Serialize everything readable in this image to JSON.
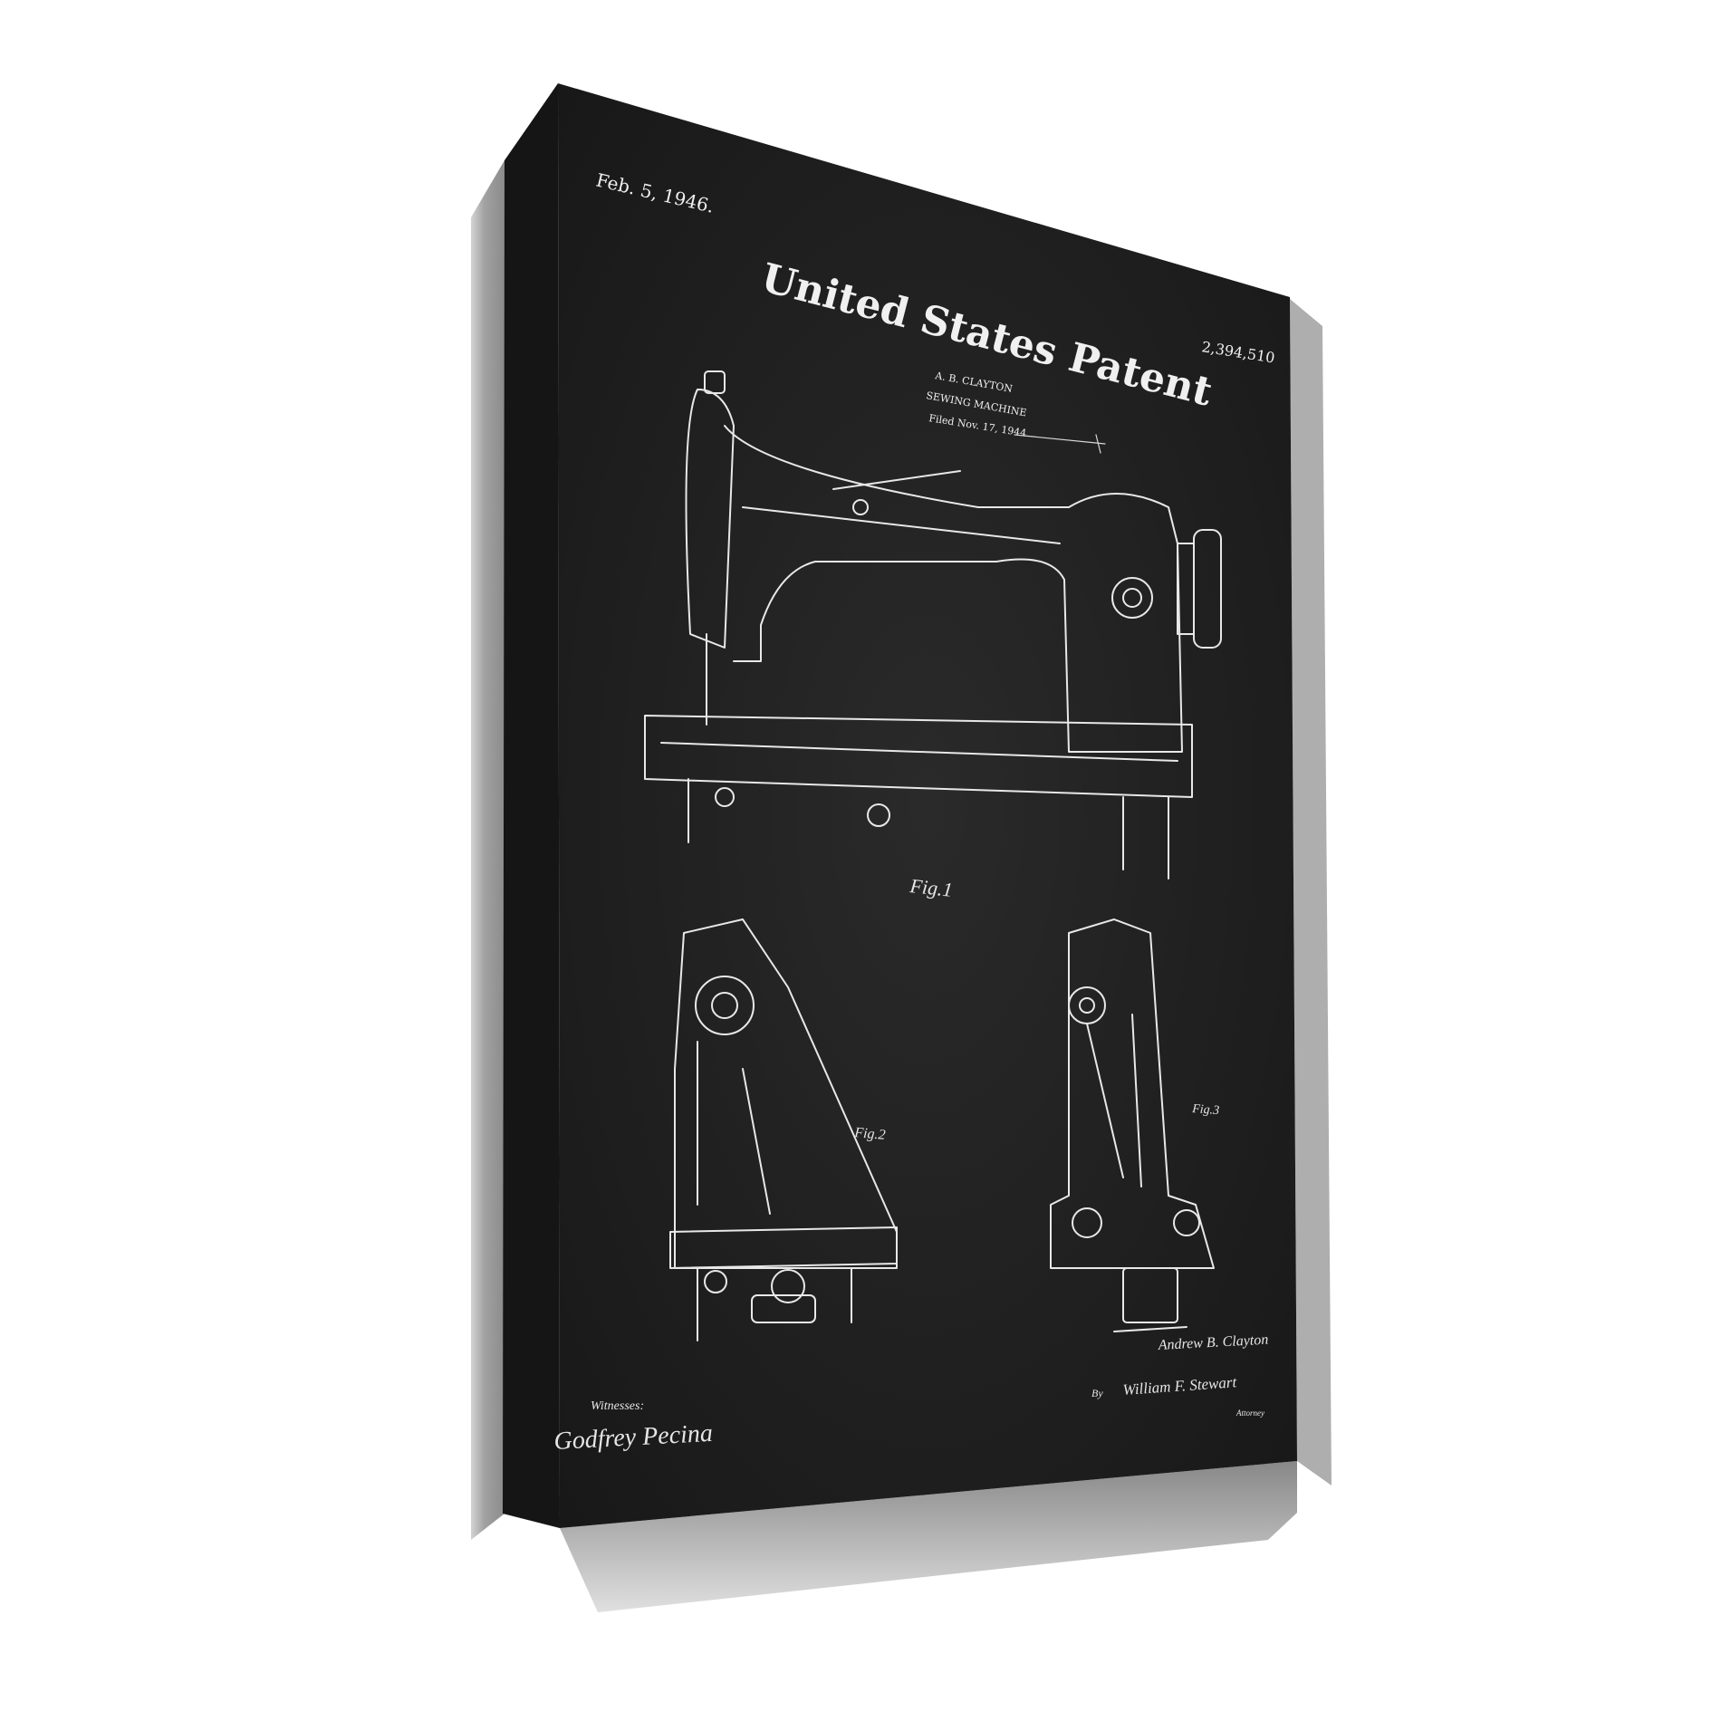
{
  "patent": {
    "date": "Feb. 5, 1946.",
    "title": "United States Patent",
    "number": "2,394,510",
    "inventor": "A. B. CLAYTON",
    "subject": "SEWING MACHINE",
    "filed": "Filed Nov. 17, 1944",
    "figures": [
      "Fig.1",
      "Fig.2",
      "Fig.3"
    ],
    "inventor_signature": "Andrew B. Clayton",
    "attorney_prefix": "By",
    "attorney_signature": "William F. Stewart",
    "attorney_label": "Attorney",
    "witness_label": "Witnesses:",
    "witness_signature": "Godfrey Pecina"
  },
  "colors": {
    "canvas": "#1e1e1e",
    "canvas_side": "#141414",
    "ink": "#eeeeee",
    "shadow": "#7a7a7a",
    "background": "#ffffff"
  }
}
